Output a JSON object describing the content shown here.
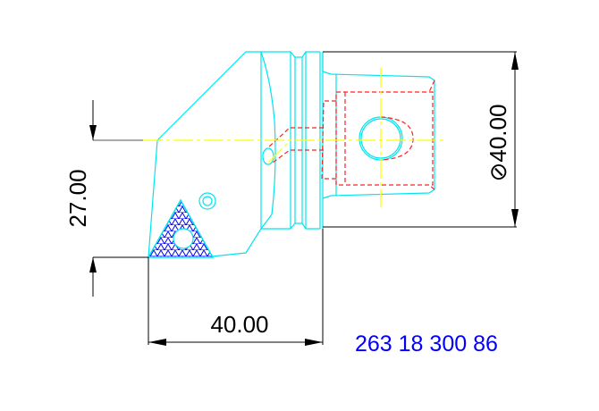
{
  "drawing": {
    "part_number": "263 18 300 86",
    "dimensions": {
      "width_label": "40.00",
      "height_label": "27.00",
      "diameter_label": "⊘40.00"
    },
    "colors": {
      "background": "#ffffff",
      "outline": "#00e5ee",
      "hidden_lines": "#ff2020",
      "center_lines": "#ffff00",
      "insert_hatch": "#0000ff",
      "dimension_lines": "#000000",
      "part_number_text": "#0000ff"
    }
  }
}
